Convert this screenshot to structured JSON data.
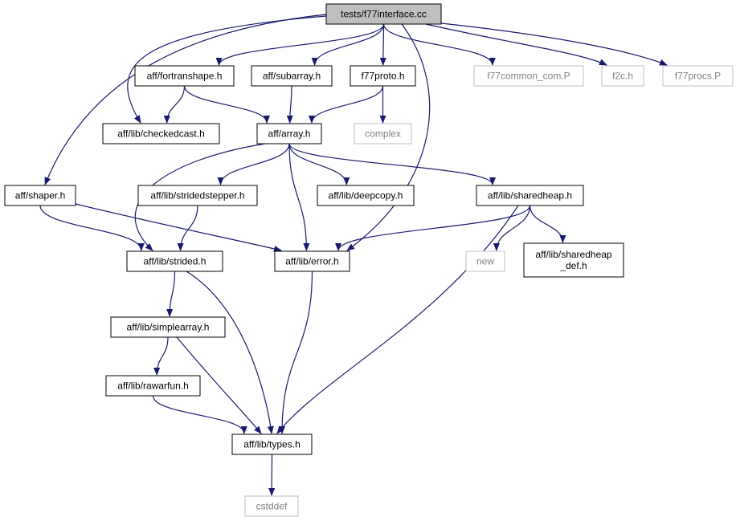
{
  "graph": {
    "edge_color": "#191970",
    "root_fill": "#bfbfbf",
    "external_border": "#bfbfbf",
    "nodes": [
      {
        "id": "f77interface",
        "label": "tests/f77interface.cc",
        "kind": "root"
      },
      {
        "id": "fortranshape",
        "label": "aff/fortranshape.h",
        "kind": "file"
      },
      {
        "id": "subarray",
        "label": "aff/subarray.h",
        "kind": "file"
      },
      {
        "id": "f77proto",
        "label": "f77proto.h",
        "kind": "file"
      },
      {
        "id": "f77common",
        "label": "f77common_com.P",
        "kind": "external"
      },
      {
        "id": "f2c",
        "label": "f2c.h",
        "kind": "external"
      },
      {
        "id": "f77procs",
        "label": "f77procs.P",
        "kind": "external"
      },
      {
        "id": "checkedcast",
        "label": "aff/lib/checkedcast.h",
        "kind": "file"
      },
      {
        "id": "array",
        "label": "aff/array.h",
        "kind": "file"
      },
      {
        "id": "complex",
        "label": "complex",
        "kind": "external"
      },
      {
        "id": "shaper",
        "label": "aff/shaper.h",
        "kind": "file"
      },
      {
        "id": "stridedstepper",
        "label": "aff/lib/stridedstepper.h",
        "kind": "file"
      },
      {
        "id": "deepcopy",
        "label": "aff/lib/deepcopy.h",
        "kind": "file"
      },
      {
        "id": "sharedheap",
        "label": "aff/lib/sharedheap.h",
        "kind": "file"
      },
      {
        "id": "strided",
        "label": "aff/lib/strided.h",
        "kind": "file"
      },
      {
        "id": "error",
        "label": "aff/lib/error.h",
        "kind": "file"
      },
      {
        "id": "new",
        "label": "new",
        "kind": "external"
      },
      {
        "id": "sharedheap_def",
        "label": [
          "aff/lib/sharedheap",
          "_def.h"
        ],
        "kind": "file"
      },
      {
        "id": "simplearray",
        "label": "aff/lib/simplearray.h",
        "kind": "file"
      },
      {
        "id": "rawarfun",
        "label": "aff/lib/rawarfun.h",
        "kind": "file"
      },
      {
        "id": "types",
        "label": "aff/lib/types.h",
        "kind": "file"
      },
      {
        "id": "cstddef",
        "label": "cstddef",
        "kind": "external"
      }
    ],
    "edges": [
      [
        "f77interface",
        "fortranshape"
      ],
      [
        "f77interface",
        "subarray"
      ],
      [
        "f77interface",
        "f77proto"
      ],
      [
        "f77interface",
        "f77common"
      ],
      [
        "f77interface",
        "f2c"
      ],
      [
        "f77interface",
        "f77procs"
      ],
      [
        "f77interface",
        "checkedcast"
      ],
      [
        "f77interface",
        "shaper"
      ],
      [
        "f77interface",
        "error"
      ],
      [
        "fortranshape",
        "checkedcast"
      ],
      [
        "fortranshape",
        "array"
      ],
      [
        "subarray",
        "array"
      ],
      [
        "f77proto",
        "array"
      ],
      [
        "f77proto",
        "complex"
      ],
      [
        "array",
        "stridedstepper"
      ],
      [
        "array",
        "deepcopy"
      ],
      [
        "array",
        "sharedheap"
      ],
      [
        "array",
        "strided"
      ],
      [
        "array",
        "error"
      ],
      [
        "shaper",
        "strided"
      ],
      [
        "shaper",
        "error"
      ],
      [
        "stridedstepper",
        "strided"
      ],
      [
        "sharedheap",
        "error"
      ],
      [
        "sharedheap",
        "new"
      ],
      [
        "sharedheap",
        "sharedheap_def"
      ],
      [
        "sharedheap",
        "types"
      ],
      [
        "strided",
        "simplearray"
      ],
      [
        "strided",
        "types"
      ],
      [
        "error",
        "types"
      ],
      [
        "simplearray",
        "rawarfun"
      ],
      [
        "simplearray",
        "types"
      ],
      [
        "rawarfun",
        "types"
      ],
      [
        "types",
        "cstddef"
      ]
    ]
  }
}
